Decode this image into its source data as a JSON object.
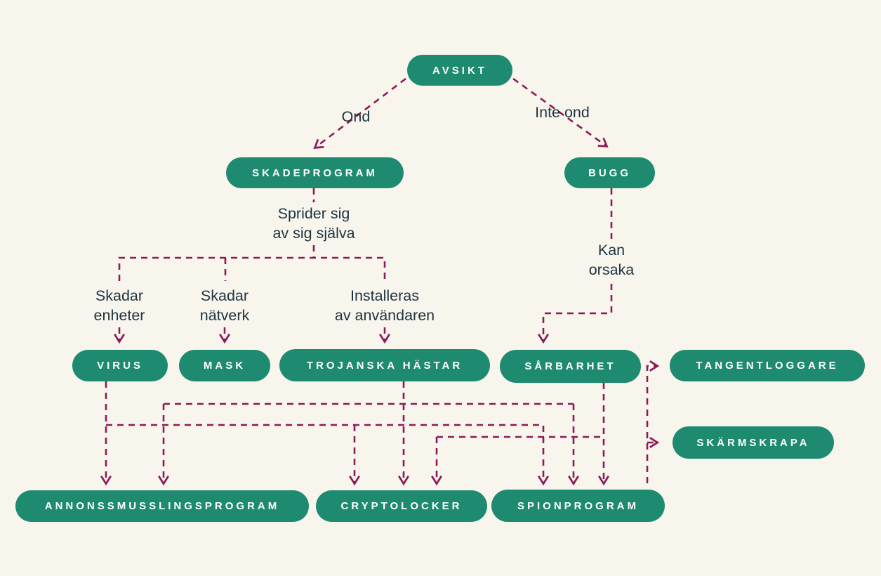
{
  "diagram": {
    "colors": {
      "bg": "#f8f5ed",
      "pill": "#1e8a70",
      "pill-text": "#ffffff",
      "arrow": "#8c1b57",
      "text": "#1e3440"
    },
    "nodes": {
      "avsikt": "AVSIKT",
      "skadeprogram": "SKADEPROGRAM",
      "bugg": "BUGG",
      "virus": "VIRUS",
      "mask": "MASK",
      "trojanska_hastar": "TROJANSKA HÄSTAR",
      "sarbarhet": "SÅRBARHET",
      "tangentloggare": "TANGENTLOGGARE",
      "skarmskrapa": "SKÄRMSKRAPA",
      "annonssmusslingsprogram": "ANNONSSMUSSLINGSPROGRAM",
      "cryptolocker": "CRYPTOLOCKER",
      "spionprogram": "SPIONPROGRAM"
    },
    "labels": {
      "ond": "Ond",
      "inte_ond": "Inte ond",
      "sprider": "Sprider sig\nav sig själva",
      "skadar_enheter": "Skadar\nenheter",
      "skadar_natverk": "Skadar\nnätverk",
      "installeras": "Installeras\nav användaren",
      "kan_orsaka": "Kan\norsaka"
    },
    "edges": [
      {
        "from": "AVSIKT",
        "to": "SKADEPROGRAM",
        "label": "Ond"
      },
      {
        "from": "AVSIKT",
        "to": "BUGG",
        "label": "Inte ond"
      },
      {
        "from": "SKADEPROGRAM",
        "to": "VIRUS",
        "label": "Sprider sig av sig själva / Skadar enheter"
      },
      {
        "from": "SKADEPROGRAM",
        "to": "MASK",
        "label": "Sprider sig av sig själva / Skadar nätverk"
      },
      {
        "from": "SKADEPROGRAM",
        "to": "TROJANSKA HÄSTAR",
        "label": "Sprider sig av sig själva / Installeras av användaren"
      },
      {
        "from": "BUGG",
        "to": "SÅRBARHET",
        "label": "Kan orsaka"
      },
      {
        "from": "VIRUS",
        "to": "ANNONSSMUSSLINGSPROGRAM",
        "label": ""
      },
      {
        "from": "VIRUS",
        "to": "CRYPTOLOCKER",
        "label": ""
      },
      {
        "from": "VIRUS",
        "to": "SPIONPROGRAM",
        "label": ""
      },
      {
        "from": "TROJANSKA HÄSTAR",
        "to": "ANNONSSMUSSLINGSPROGRAM",
        "label": ""
      },
      {
        "from": "TROJANSKA HÄSTAR",
        "to": "CRYPTOLOCKER",
        "label": ""
      },
      {
        "from": "TROJANSKA HÄSTAR",
        "to": "SPIONPROGRAM",
        "label": ""
      },
      {
        "from": "SÅRBARHET",
        "to": "CRYPTOLOCKER",
        "label": ""
      },
      {
        "from": "SÅRBARHET",
        "to": "SPIONPROGRAM",
        "label": ""
      },
      {
        "from": "SPIONPROGRAM",
        "to": "TANGENTLOGGARE",
        "label": ""
      },
      {
        "from": "SPIONPROGRAM",
        "to": "SKÄRMSKRAPA",
        "label": ""
      }
    ]
  }
}
